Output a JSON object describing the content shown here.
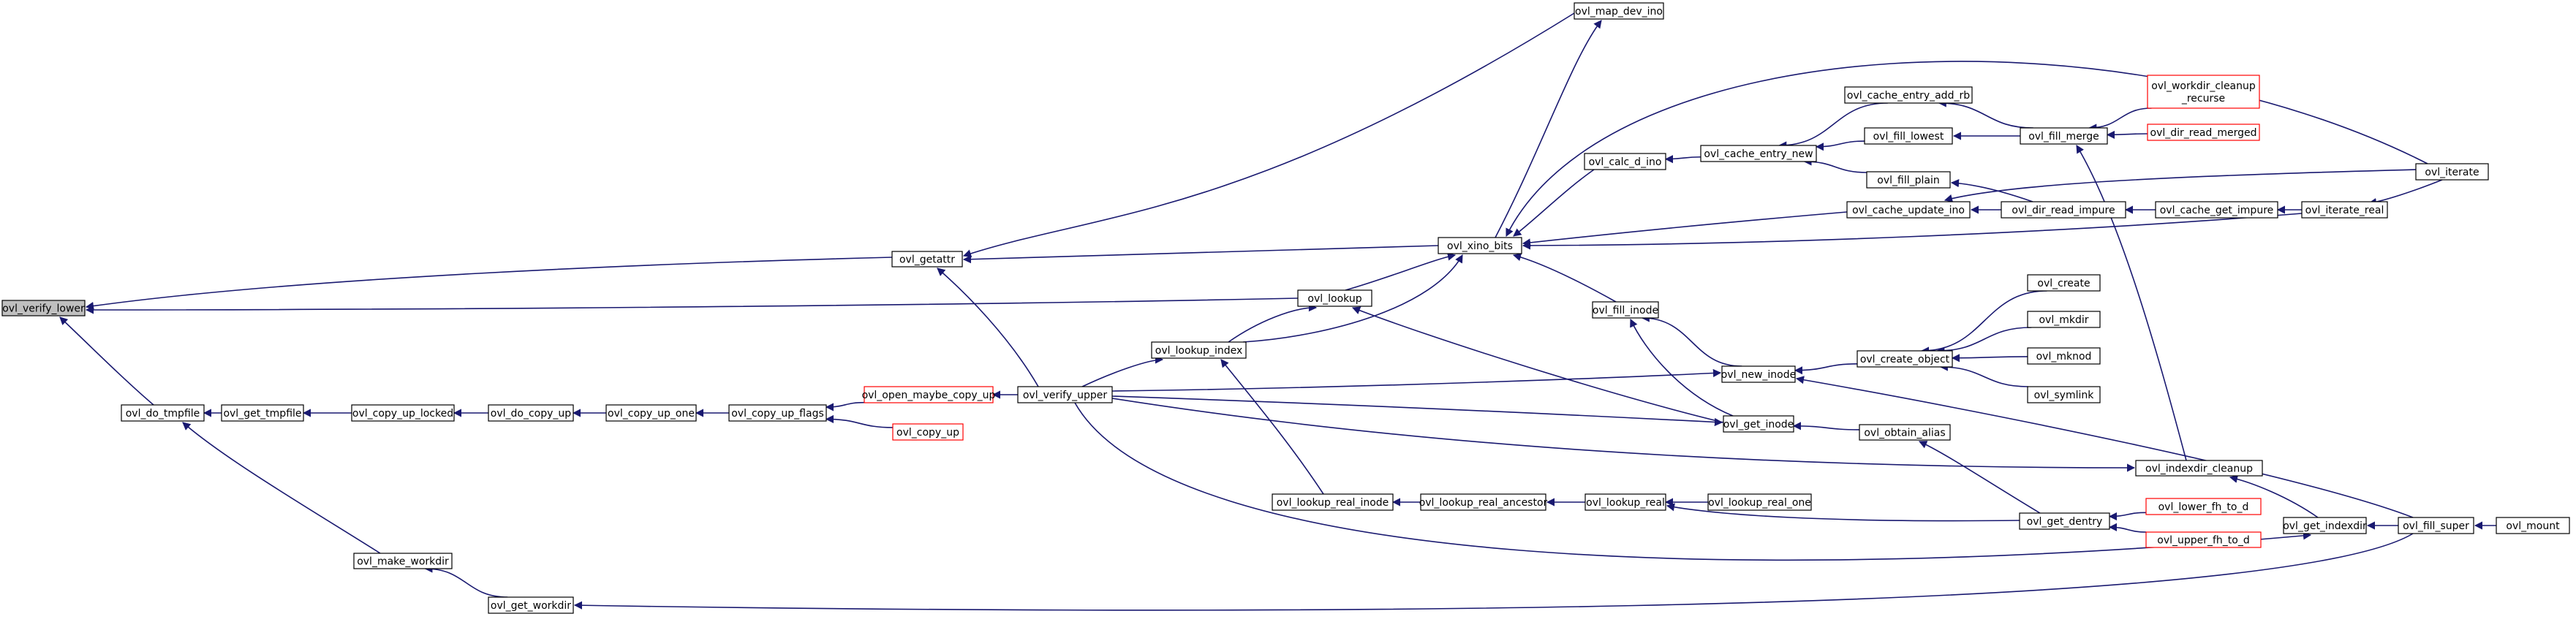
{
  "title": "",
  "colors": {
    "edge": "#191970",
    "node_border": "#000000",
    "node_fill": "#ffffff",
    "focus_fill": "#bfbfbf",
    "red_border": "#ff0000",
    "text": "#000000"
  },
  "nodes": [
    {
      "id": "verify_lower",
      "label": "ovl_verify_lower",
      "style": "focus"
    },
    {
      "id": "do_tmpfile",
      "label": "ovl_do_tmpfile",
      "style": "normal"
    },
    {
      "id": "get_tmpfile",
      "label": "ovl_get_tmpfile",
      "style": "normal"
    },
    {
      "id": "copy_up_locked",
      "label": "ovl_copy_up_locked",
      "style": "normal"
    },
    {
      "id": "do_copy_up",
      "label": "ovl_do_copy_up",
      "style": "normal"
    },
    {
      "id": "copy_up_one",
      "label": "ovl_copy_up_one",
      "style": "normal"
    },
    {
      "id": "copy_up_flags",
      "label": "ovl_copy_up_flags",
      "style": "normal"
    },
    {
      "id": "open_maybe_copy_up",
      "label": "ovl_open_maybe_copy_up",
      "style": "red"
    },
    {
      "id": "copy_up",
      "label": "ovl_copy_up",
      "style": "red"
    },
    {
      "id": "verify_upper",
      "label": "ovl_verify_upper",
      "style": "normal"
    },
    {
      "id": "make_workdir",
      "label": "ovl_make_workdir",
      "style": "normal"
    },
    {
      "id": "get_workdir",
      "label": "ovl_get_workdir",
      "style": "normal"
    },
    {
      "id": "getattr",
      "label": "ovl_getattr",
      "style": "normal"
    },
    {
      "id": "map_dev_ino",
      "label": "ovl_map_dev_ino",
      "style": "normal"
    },
    {
      "id": "xino_bits",
      "label": "ovl_xino_bits",
      "style": "normal"
    },
    {
      "id": "lookup",
      "label": "ovl_lookup",
      "style": "normal"
    },
    {
      "id": "lookup_index",
      "label": "ovl_lookup_index",
      "style": "normal"
    },
    {
      "id": "lookup_real_inode",
      "label": "ovl_lookup_real_inode",
      "style": "normal"
    },
    {
      "id": "lookup_real_ancestor",
      "label": "ovl_lookup_real_ancestor",
      "style": "normal"
    },
    {
      "id": "lookup_real",
      "label": "ovl_lookup_real",
      "style": "normal"
    },
    {
      "id": "lookup_real_one",
      "label": "ovl_lookup_real_one",
      "style": "normal"
    },
    {
      "id": "calc_d_ino",
      "label": "ovl_calc_d_ino",
      "style": "normal"
    },
    {
      "id": "cache_entry_new",
      "label": "ovl_cache_entry_new",
      "style": "normal"
    },
    {
      "id": "cache_entry_add_rb",
      "label": "ovl_cache_entry_add_rb",
      "style": "normal"
    },
    {
      "id": "fill_lowest",
      "label": "ovl_fill_lowest",
      "style": "normal"
    },
    {
      "id": "fill_plain",
      "label": "ovl_fill_plain",
      "style": "normal"
    },
    {
      "id": "fill_merge",
      "label": "ovl_fill_merge",
      "style": "normal"
    },
    {
      "id": "workdir_cleanup_recurse",
      "label": "ovl_workdir_cleanup\n_recurse",
      "style": "red"
    },
    {
      "id": "dir_read_merged",
      "label": "ovl_dir_read_merged",
      "style": "red"
    },
    {
      "id": "cache_update_ino",
      "label": "ovl_cache_update_ino",
      "style": "normal"
    },
    {
      "id": "dir_read_impure",
      "label": "ovl_dir_read_impure",
      "style": "normal"
    },
    {
      "id": "cache_get_impure",
      "label": "ovl_cache_get_impure",
      "style": "normal"
    },
    {
      "id": "iterate_real",
      "label": "ovl_iterate_real",
      "style": "normal"
    },
    {
      "id": "iterate",
      "label": "ovl_iterate",
      "style": "normal"
    },
    {
      "id": "fill_inode",
      "label": "ovl_fill_inode",
      "style": "normal"
    },
    {
      "id": "new_inode",
      "label": "ovl_new_inode",
      "style": "normal"
    },
    {
      "id": "create_object",
      "label": "ovl_create_object",
      "style": "normal"
    },
    {
      "id": "create",
      "label": "ovl_create",
      "style": "normal"
    },
    {
      "id": "mkdir",
      "label": "ovl_mkdir",
      "style": "normal"
    },
    {
      "id": "mknod",
      "label": "ovl_mknod",
      "style": "normal"
    },
    {
      "id": "symlink",
      "label": "ovl_symlink",
      "style": "normal"
    },
    {
      "id": "get_inode",
      "label": "ovl_get_inode",
      "style": "normal"
    },
    {
      "id": "obtain_alias",
      "label": "ovl_obtain_alias",
      "style": "normal"
    },
    {
      "id": "get_dentry",
      "label": "ovl_get_dentry",
      "style": "normal"
    },
    {
      "id": "lower_fh_to_d",
      "label": "ovl_lower_fh_to_d",
      "style": "red"
    },
    {
      "id": "upper_fh_to_d",
      "label": "ovl_upper_fh_to_d",
      "style": "red"
    },
    {
      "id": "indexdir_cleanup",
      "label": "ovl_indexdir_cleanup",
      "style": "normal"
    },
    {
      "id": "get_indexdir",
      "label": "ovl_get_indexdir",
      "style": "normal"
    },
    {
      "id": "fill_super",
      "label": "ovl_fill_super",
      "style": "normal"
    },
    {
      "id": "mount",
      "label": "ovl_mount",
      "style": "normal"
    }
  ],
  "edges": [
    {
      "from": "do_tmpfile",
      "to": "verify_lower"
    },
    {
      "from": "getattr",
      "to": "verify_lower"
    },
    {
      "from": "lookup",
      "to": "verify_lower"
    },
    {
      "from": "get_tmpfile",
      "to": "do_tmpfile"
    },
    {
      "from": "make_workdir",
      "to": "do_tmpfile"
    },
    {
      "from": "copy_up_locked",
      "to": "get_tmpfile"
    },
    {
      "from": "do_copy_up",
      "to": "copy_up_locked"
    },
    {
      "from": "copy_up_one",
      "to": "do_copy_up"
    },
    {
      "from": "copy_up_flags",
      "to": "copy_up_one"
    },
    {
      "from": "open_maybe_copy_up",
      "to": "copy_up_flags"
    },
    {
      "from": "copy_up",
      "to": "copy_up_flags"
    },
    {
      "from": "verify_upper",
      "to": "open_maybe_copy_up"
    },
    {
      "from": "get_workdir",
      "to": "make_workdir"
    },
    {
      "from": "fill_super",
      "to": "get_workdir"
    },
    {
      "from": "map_dev_ino",
      "to": "getattr"
    },
    {
      "from": "xino_bits",
      "to": "getattr"
    },
    {
      "from": "verify_upper",
      "to": "getattr"
    },
    {
      "from": "xino_bits",
      "to": "map_dev_ino"
    },
    {
      "from": "lookup",
      "to": "xino_bits"
    },
    {
      "from": "lookup_index",
      "to": "xino_bits"
    },
    {
      "from": "iterate",
      "to": "xino_bits"
    },
    {
      "from": "calc_d_ino",
      "to": "xino_bits"
    },
    {
      "from": "cache_update_ino",
      "to": "xino_bits"
    },
    {
      "from": "iterate_real",
      "to": "xino_bits"
    },
    {
      "from": "fill_inode",
      "to": "xino_bits"
    },
    {
      "from": "lookup_index",
      "to": "lookup"
    },
    {
      "from": "get_inode",
      "to": "lookup"
    },
    {
      "from": "verify_upper",
      "to": "lookup_index"
    },
    {
      "from": "lookup_real_inode",
      "to": "lookup_index"
    },
    {
      "from": "lookup_real_ancestor",
      "to": "lookup_real_inode"
    },
    {
      "from": "lookup_real",
      "to": "lookup_real_ancestor"
    },
    {
      "from": "lookup_real_one",
      "to": "lookup_real"
    },
    {
      "from": "get_dentry",
      "to": "lookup_real"
    },
    {
      "from": "cache_entry_new",
      "to": "calc_d_ino"
    },
    {
      "from": "cache_entry_add_rb",
      "to": "cache_entry_new"
    },
    {
      "from": "fill_lowest",
      "to": "cache_entry_new"
    },
    {
      "from": "fill_plain",
      "to": "cache_entry_new"
    },
    {
      "from": "fill_merge",
      "to": "cache_entry_add_rb"
    },
    {
      "from": "fill_merge",
      "to": "fill_lowest"
    },
    {
      "from": "dir_read_impure",
      "to": "fill_plain"
    },
    {
      "from": "workdir_cleanup_recurse",
      "to": "fill_merge"
    },
    {
      "from": "dir_read_merged",
      "to": "fill_merge"
    },
    {
      "from": "indexdir_cleanup",
      "to": "fill_merge"
    },
    {
      "from": "dir_read_impure",
      "to": "cache_update_ino"
    },
    {
      "from": "iterate",
      "to": "cache_update_ino"
    },
    {
      "from": "cache_get_impure",
      "to": "dir_read_impure"
    },
    {
      "from": "iterate_real",
      "to": "cache_get_impure"
    },
    {
      "from": "iterate",
      "to": "iterate_real"
    },
    {
      "from": "new_inode",
      "to": "fill_inode"
    },
    {
      "from": "get_inode",
      "to": "fill_inode"
    },
    {
      "from": "verify_upper",
      "to": "new_inode"
    },
    {
      "from": "create_object",
      "to": "new_inode"
    },
    {
      "from": "fill_super",
      "to": "new_inode"
    },
    {
      "from": "create",
      "to": "create_object"
    },
    {
      "from": "mkdir",
      "to": "create_object"
    },
    {
      "from": "mknod",
      "to": "create_object"
    },
    {
      "from": "symlink",
      "to": "create_object"
    },
    {
      "from": "verify_upper",
      "to": "get_inode"
    },
    {
      "from": "obtain_alias",
      "to": "get_inode"
    },
    {
      "from": "get_dentry",
      "to": "obtain_alias"
    },
    {
      "from": "lower_fh_to_d",
      "to": "get_dentry"
    },
    {
      "from": "upper_fh_to_d",
      "to": "get_dentry"
    },
    {
      "from": "verify_upper",
      "to": "indexdir_cleanup"
    },
    {
      "from": "get_indexdir",
      "to": "indexdir_cleanup"
    },
    {
      "from": "verify_upper",
      "to": "get_indexdir"
    },
    {
      "from": "fill_super",
      "to": "get_indexdir"
    },
    {
      "from": "mount",
      "to": "fill_super"
    }
  ]
}
